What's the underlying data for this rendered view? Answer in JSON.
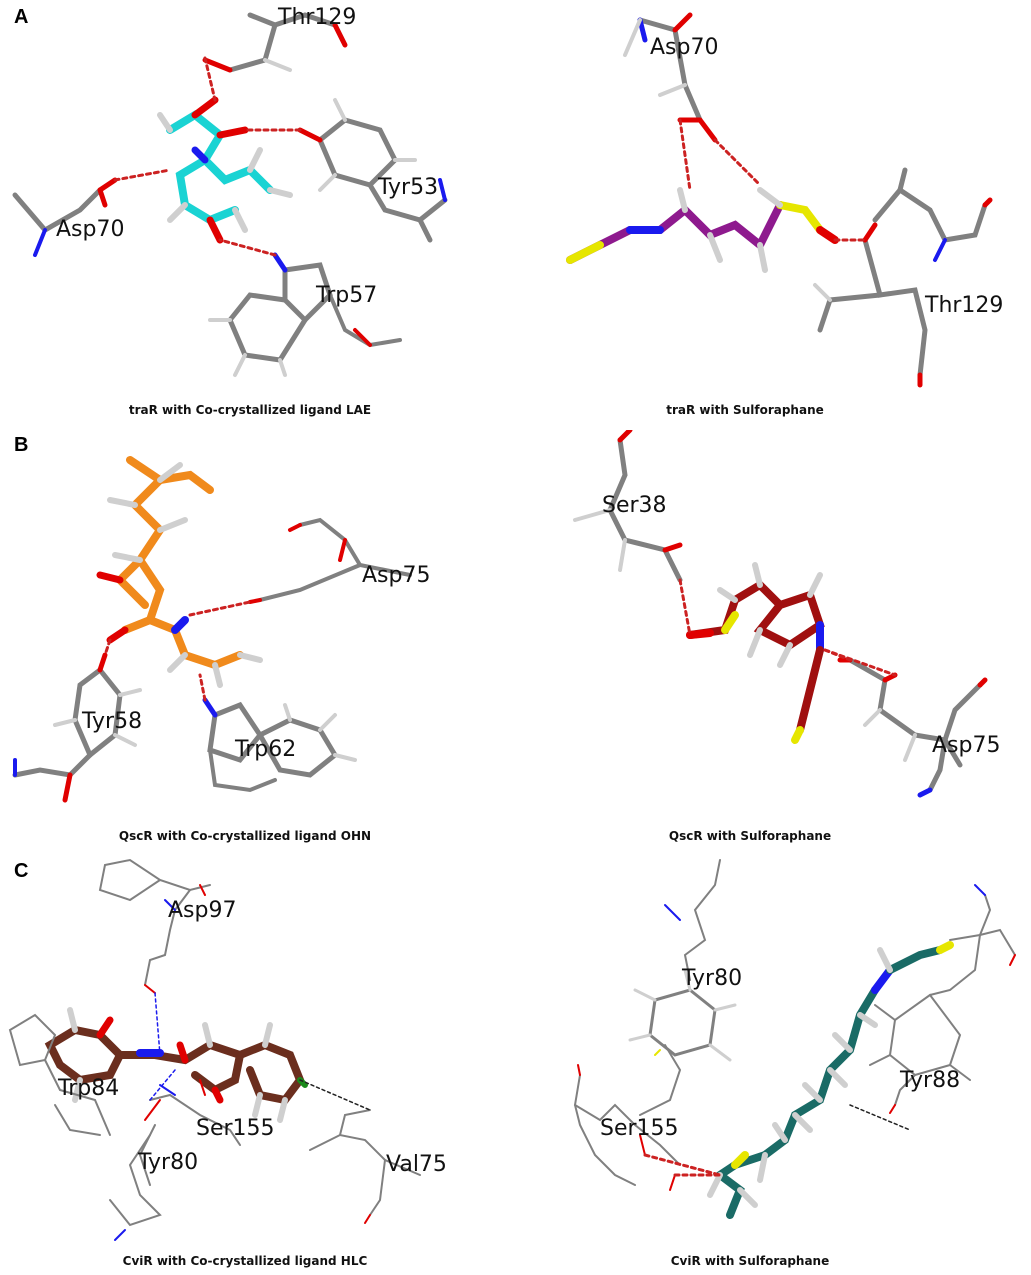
{
  "panels": [
    {
      "letter": "A",
      "left": {
        "caption": "traR with Co-crystallized ligand LAE",
        "residues": [
          "Thr129",
          "Tyr53",
          "Asp70",
          "Trp57"
        ],
        "ligand_color": "#1ad3d3"
      },
      "right": {
        "caption": "traR with Sulforaphane",
        "residues": [
          "Asp70",
          "Thr129"
        ],
        "ligand_color": "#8e1a8e"
      }
    },
    {
      "letter": "B",
      "left": {
        "caption": "QscR with Co-crystallized ligand OHN",
        "residues": [
          "Asp75",
          "Tyr58",
          "Trp62"
        ],
        "ligand_color": "#f08a1c"
      },
      "right": {
        "caption": "QscR with Sulforaphane",
        "residues": [
          "Ser38",
          "Asp75"
        ],
        "ligand_color": "#a01010"
      }
    },
    {
      "letter": "C",
      "left": {
        "caption": "CviR with Co-crystallized ligand HLC",
        "residues": [
          "Asp97",
          "Trp84",
          "Ser155",
          "Tyr80",
          "Val75"
        ],
        "ligand_color": "#6b2e1e"
      },
      "right": {
        "caption": "CviR with Sulforaphane",
        "residues": [
          "Tyr80",
          "Tyr88",
          "Ser155"
        ],
        "ligand_color": "#1a6b66"
      }
    }
  ],
  "colors": {
    "carbon": "#808080",
    "hydrogen": "#cfcfcf",
    "oxygen": "#e00000",
    "nitrogen": "#1a1aee",
    "sulfur": "#e6e600",
    "hbond": "#cc2222"
  }
}
